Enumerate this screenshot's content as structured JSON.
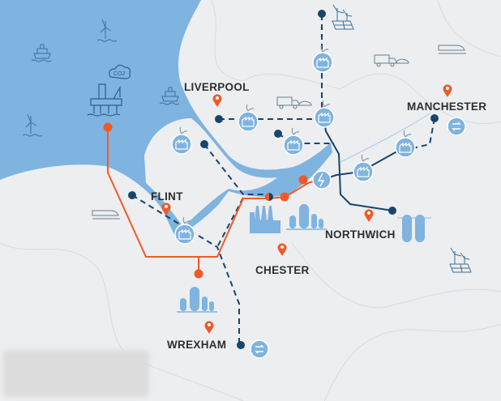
{
  "map": {
    "cities": [
      {
        "name": "LIVERPOOL"
      },
      {
        "name": "FLINT"
      },
      {
        "name": "MANCHESTER"
      },
      {
        "name": "NORTHWICH"
      },
      {
        "name": "CHESTER"
      },
      {
        "name": "WREXHAM"
      }
    ],
    "co2_label": "CO2",
    "colors": {
      "sea": "#7fb3e0",
      "land": "#eceef0",
      "co2_pipeline": "#f05a28",
      "h2_pipeline": "#17456b",
      "icon_fill": "#7fb3e0",
      "label": "#2e2e2e"
    },
    "icons": [
      "offshore-rig-icon",
      "wind-turbine-icon",
      "ship-icon",
      "factory-icon",
      "hydrogen-plant-icon",
      "storage-tank-icon",
      "truck-icon",
      "train-icon",
      "solar-wind-icon",
      "exchange-icon",
      "location-pin-icon"
    ]
  }
}
